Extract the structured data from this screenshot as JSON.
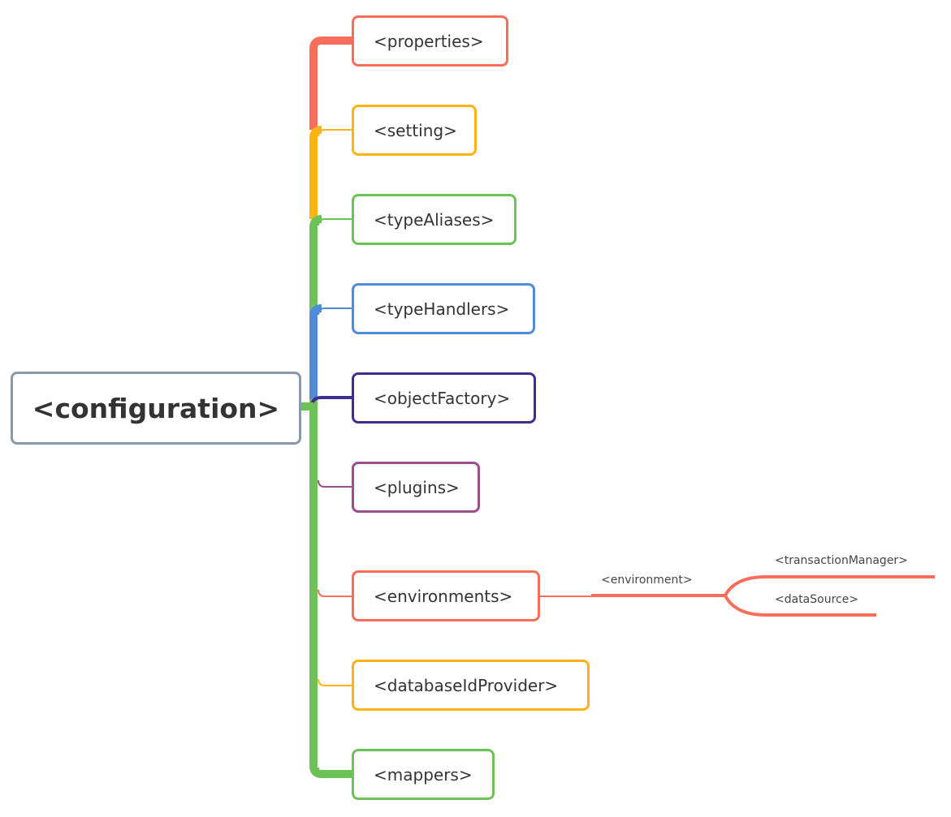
{
  "root": {
    "label": "<configuration>",
    "color": "#8a98ab"
  },
  "children": [
    {
      "label": "<properties>",
      "color": "#f96e5a"
    },
    {
      "label": "<setting>",
      "color": "#fdb314"
    },
    {
      "label": "<typeAliases>",
      "color": "#6cc256"
    },
    {
      "label": "<typeHandlers>",
      "color": "#4f8bd9"
    },
    {
      "label": "<objectFactory>",
      "color": "#3e2e8e"
    },
    {
      "label": "<plugins>",
      "color": "#9e4d8e"
    },
    {
      "label": "<environments>",
      "color": "#f96e5a"
    },
    {
      "label": "<databaseIdProvider>",
      "color": "#fdb314"
    },
    {
      "label": "<mappers>",
      "color": "#6cc256"
    }
  ],
  "environment": {
    "label": "<environment>",
    "color": "#f96e5a",
    "children": [
      {
        "label": "<transactionManager>"
      },
      {
        "label": "<dataSource>"
      }
    ]
  }
}
